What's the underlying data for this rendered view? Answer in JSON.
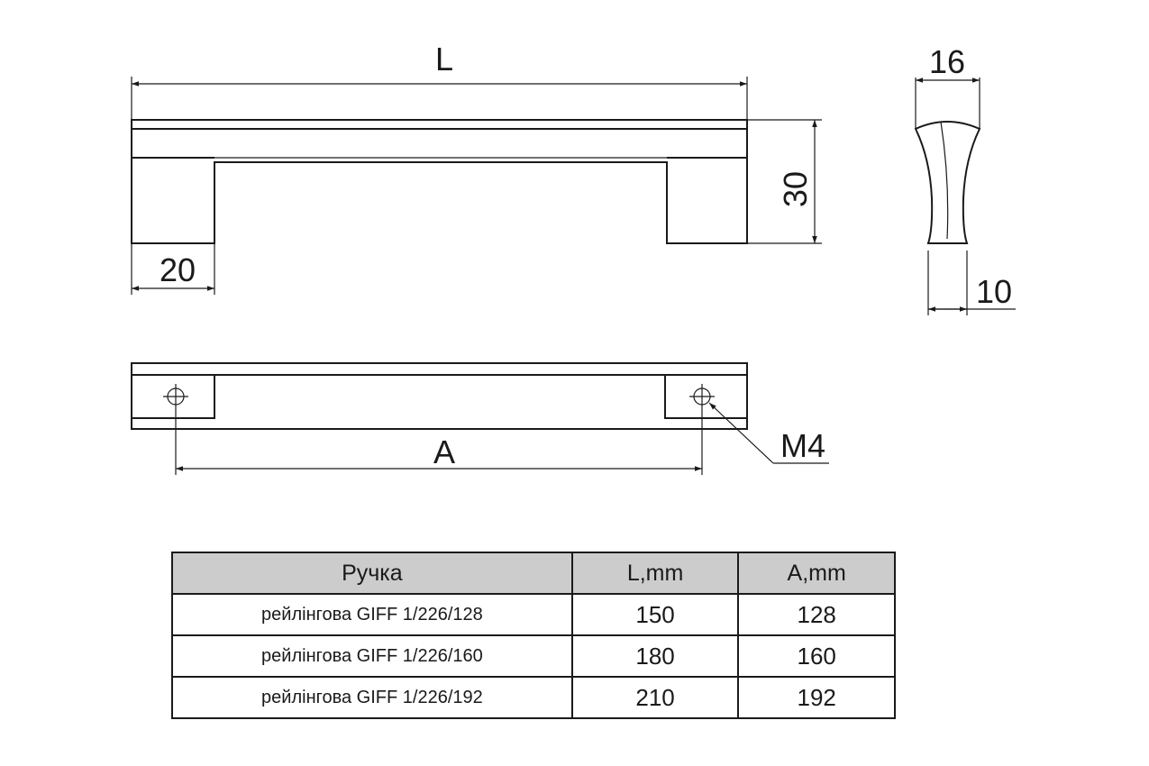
{
  "dimensions": {
    "L": "L",
    "height_30": "30",
    "width_20": "20",
    "width_16": "16",
    "width_10": "10",
    "A": "A",
    "thread": "M4"
  },
  "table": {
    "headers": [
      "Ручка",
      "L,mm",
      "A,mm"
    ],
    "rows": [
      [
        "рейлінгова GIFF 1/226/128",
        "150",
        "128"
      ],
      [
        "рейлінгова GIFF 1/226/160",
        "180",
        "160"
      ],
      [
        "рейлінгова GIFF 1/226/192",
        "210",
        "192"
      ]
    ]
  }
}
